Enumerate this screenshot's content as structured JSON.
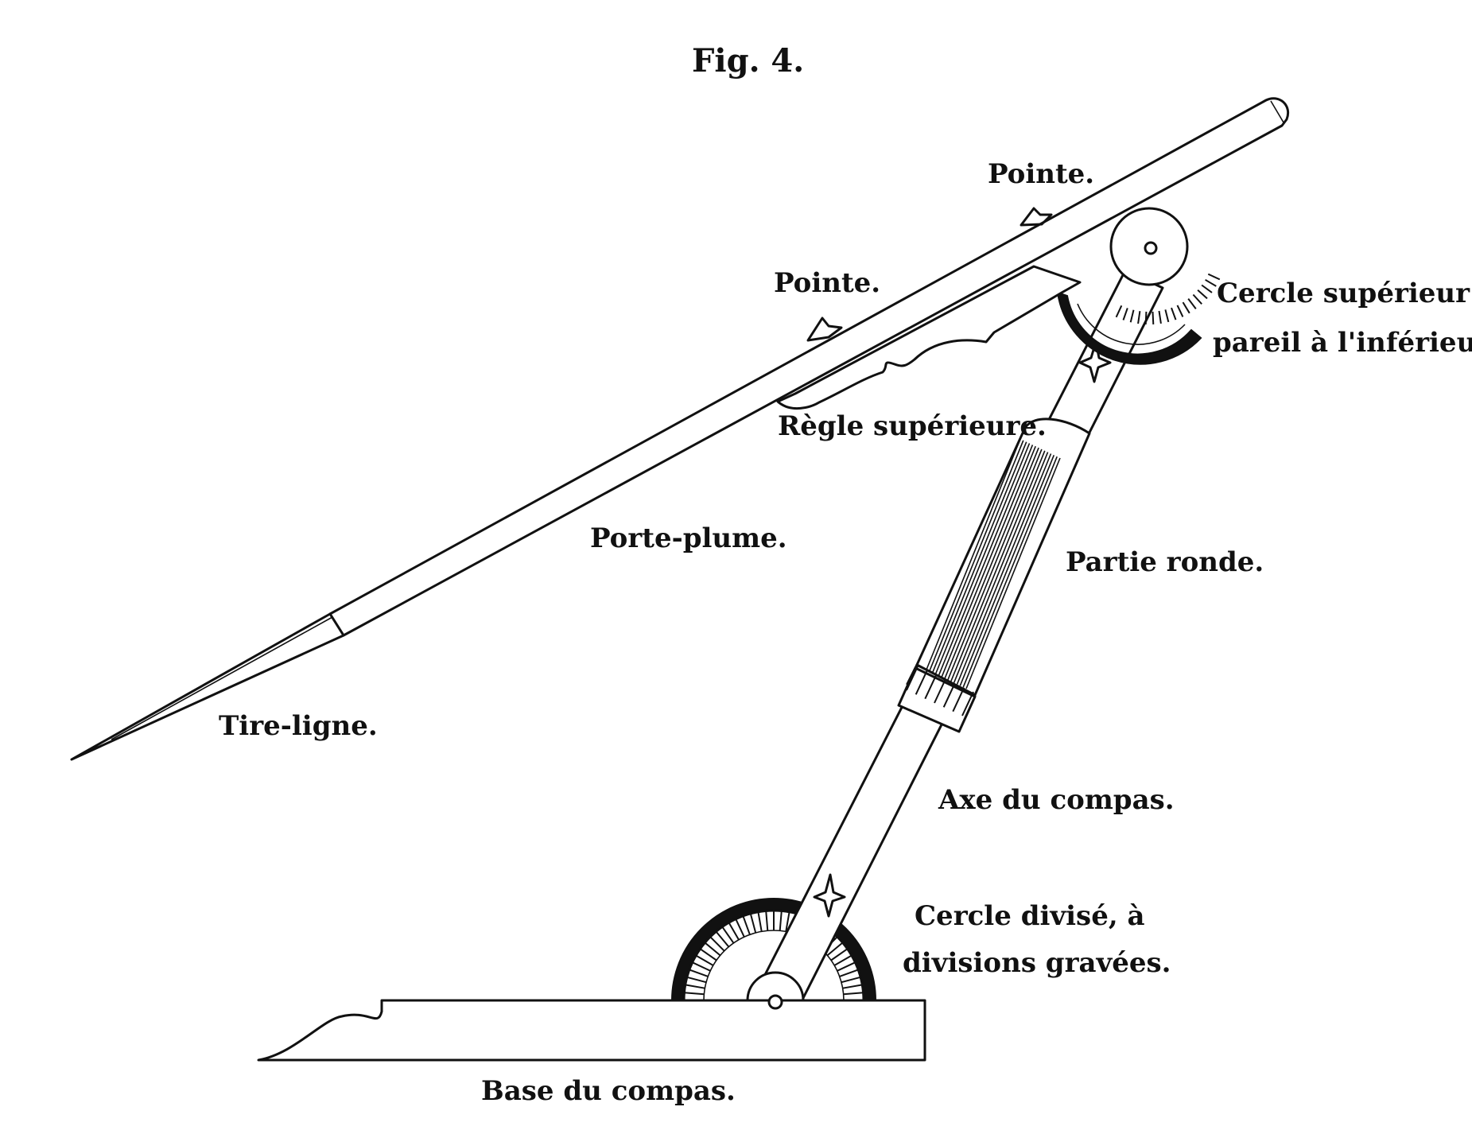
{
  "figure": {
    "title": "Fig. 4.",
    "labels": {
      "pointe_upper": "Pointe.",
      "pointe_lower": "Pointe.",
      "cercle_superieur_1": "Cercle supérieur",
      "cercle_superieur_2": "pareil à l'inférieur.",
      "regle_superieure": "Règle supérieure.",
      "porte_plume": "Porte-plume.",
      "partie_ronde": "Partie ronde.",
      "tire_ligne": "Tire-ligne.",
      "axe_du_compas": "Axe du compas.",
      "cercle_divise_1": "Cercle divisé, à",
      "cercle_divise_2": "divisions gravées.",
      "base_du_compas": "Base du compas."
    }
  }
}
